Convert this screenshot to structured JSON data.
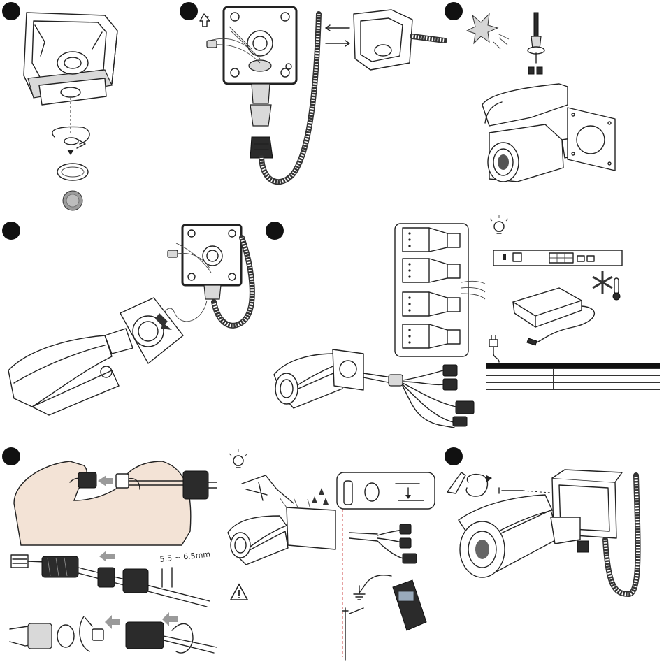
{
  "figure": {
    "measurement_label": "5.5 ~ 6.5mm"
  },
  "icons": [
    "lightbulb-icon",
    "warning-icon",
    "snowflake-icon",
    "thermometer-icon",
    "power-plug-icon",
    "ground-icon",
    "sun-icon",
    "screwdriver-icon",
    "allen-key-icon",
    "rotate-arrow-icon"
  ],
  "colors": {
    "ink": "#222222",
    "arrow": "#9a9a9a",
    "skin": "#f3e3d6",
    "table_header": "#111111"
  },
  "spec_table": {
    "rows": 3,
    "columns": 2
  }
}
